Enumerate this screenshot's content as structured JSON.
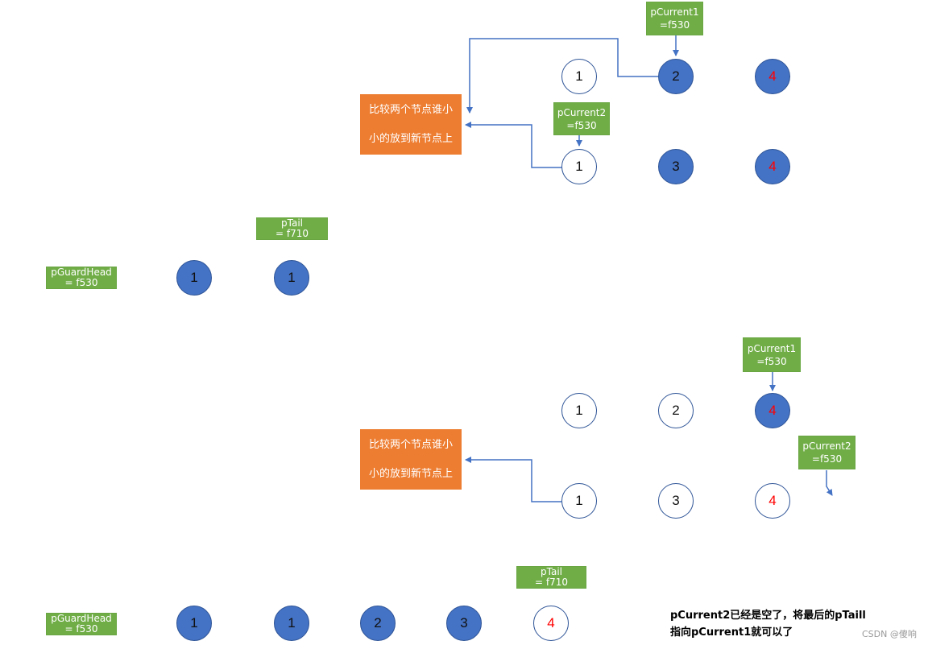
{
  "colors": {
    "node_fill": "#4472c4",
    "node_border": "#2f5597",
    "label_bg": "#70ad47",
    "process_bg": "#ed7d31",
    "arrow": "#4472c4",
    "highlight_text": "#ff0000"
  },
  "step1": {
    "pcurrent1": {
      "line1": "pCurrent1",
      "line2": "=f530"
    },
    "pcurrent2": {
      "line1": "pCurrent2",
      "line2": "=f530"
    },
    "list1": [
      "1",
      "2",
      "4"
    ],
    "list2": [
      "1",
      "3",
      "4"
    ],
    "compare_box": {
      "line1": "比较两个节点谁小",
      "line2": "小的放到新节点上"
    },
    "ptail": {
      "line1": "pTail",
      "line2": "= f710"
    },
    "pguardhead": {
      "line1": "pGuardHead",
      "line2": "= f530"
    },
    "result": [
      "1",
      "1"
    ]
  },
  "step2": {
    "pcurrent1": {
      "line1": "pCurrent1",
      "line2": "=f530"
    },
    "pcurrent2": {
      "line1": "pCurrent2",
      "line2": "=f530"
    },
    "list1": [
      "1",
      "2",
      "4"
    ],
    "list2": [
      "1",
      "3",
      "4"
    ],
    "compare_box": {
      "line1": "比较两个节点谁小",
      "line2": "小的放到新节点上"
    },
    "ptail": {
      "line1": "pTail",
      "line2": "= f710"
    },
    "pguardhead": {
      "line1": "pGuardHead",
      "line2": "= f530"
    },
    "result": [
      "1",
      "1",
      "2",
      "3",
      "4"
    ],
    "note": {
      "line1": "pCurrent2已经是空了，将最后的pTaill",
      "line2": "指向pCurrent1就可以了"
    }
  },
  "watermark": "CSDN @傻响"
}
